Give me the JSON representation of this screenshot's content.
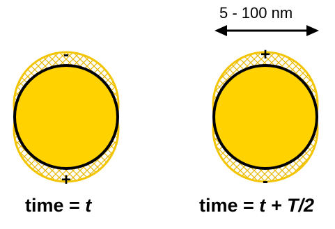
{
  "colors": {
    "particle_fill": "#FFD200",
    "particle_outline": "#000000",
    "cloud_outline": "#F3C400",
    "hatch": "#E8B800"
  },
  "scale_label": "5 - 100 nm",
  "left_particle": {
    "top_sign": "-",
    "bottom_sign": "+",
    "caption_prefix": "time = ",
    "caption_var": "t"
  },
  "right_particle": {
    "top_sign": "+",
    "bottom_sign": "-",
    "caption_prefix": "time = ",
    "caption_var": "t + T/2"
  }
}
